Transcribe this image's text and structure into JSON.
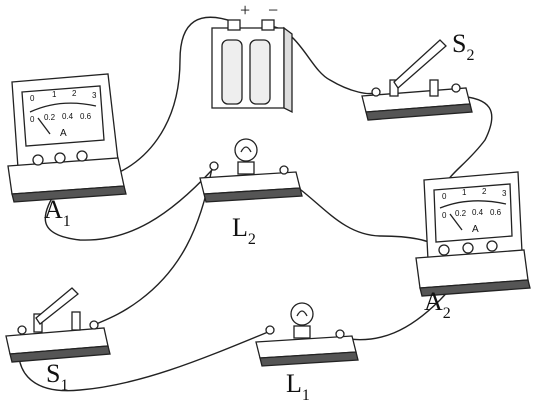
{
  "labels": {
    "A1": {
      "main": "A",
      "sub": "1"
    },
    "A2": {
      "main": "A",
      "sub": "2"
    },
    "L1": {
      "main": "L",
      "sub": "1"
    },
    "L2": {
      "main": "L",
      "sub": "2"
    },
    "S1": {
      "main": "S",
      "sub": "1"
    },
    "S2": {
      "main": "S",
      "sub": "2"
    }
  },
  "battery": {
    "plus": "+",
    "minus": "−"
  },
  "meter": {
    "top_scale": [
      "0",
      "1",
      "2",
      "3"
    ],
    "bottom_scale": [
      "0",
      "0.2",
      "0.4",
      "0.6"
    ],
    "unit": "A"
  }
}
